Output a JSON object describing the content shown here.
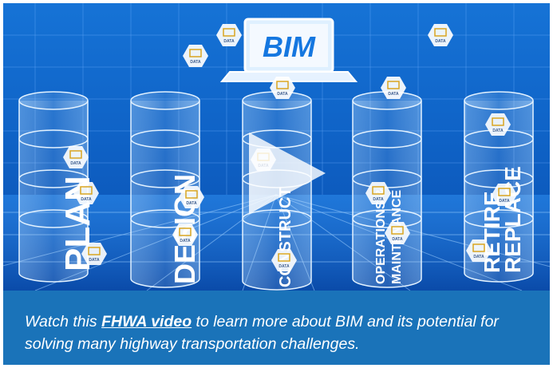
{
  "video": {
    "laptop_label": "BIM",
    "data_badge_label": "DATA",
    "phases": [
      {
        "id": "plan",
        "label": "PLAN"
      },
      {
        "id": "design",
        "label": "DESIGN"
      },
      {
        "id": "construct",
        "label": "CONSTRUCT"
      },
      {
        "id": "om",
        "label_line1": "OPERATIONS &",
        "label_line2": "MAINTENANCE"
      },
      {
        "id": "retire",
        "label_line1": "RETIRE",
        "label_line2": "REPLACE"
      }
    ],
    "play_icon": "play-icon"
  },
  "caption": {
    "before": "Watch this ",
    "link_text": "FHWA video",
    "after": " to learn more about BIM and its potential for solving many highway transportation challenges."
  },
  "colors": {
    "video_bg": "#1368cc",
    "caption_bg": "#1a73b9",
    "text": "#ffffff"
  }
}
